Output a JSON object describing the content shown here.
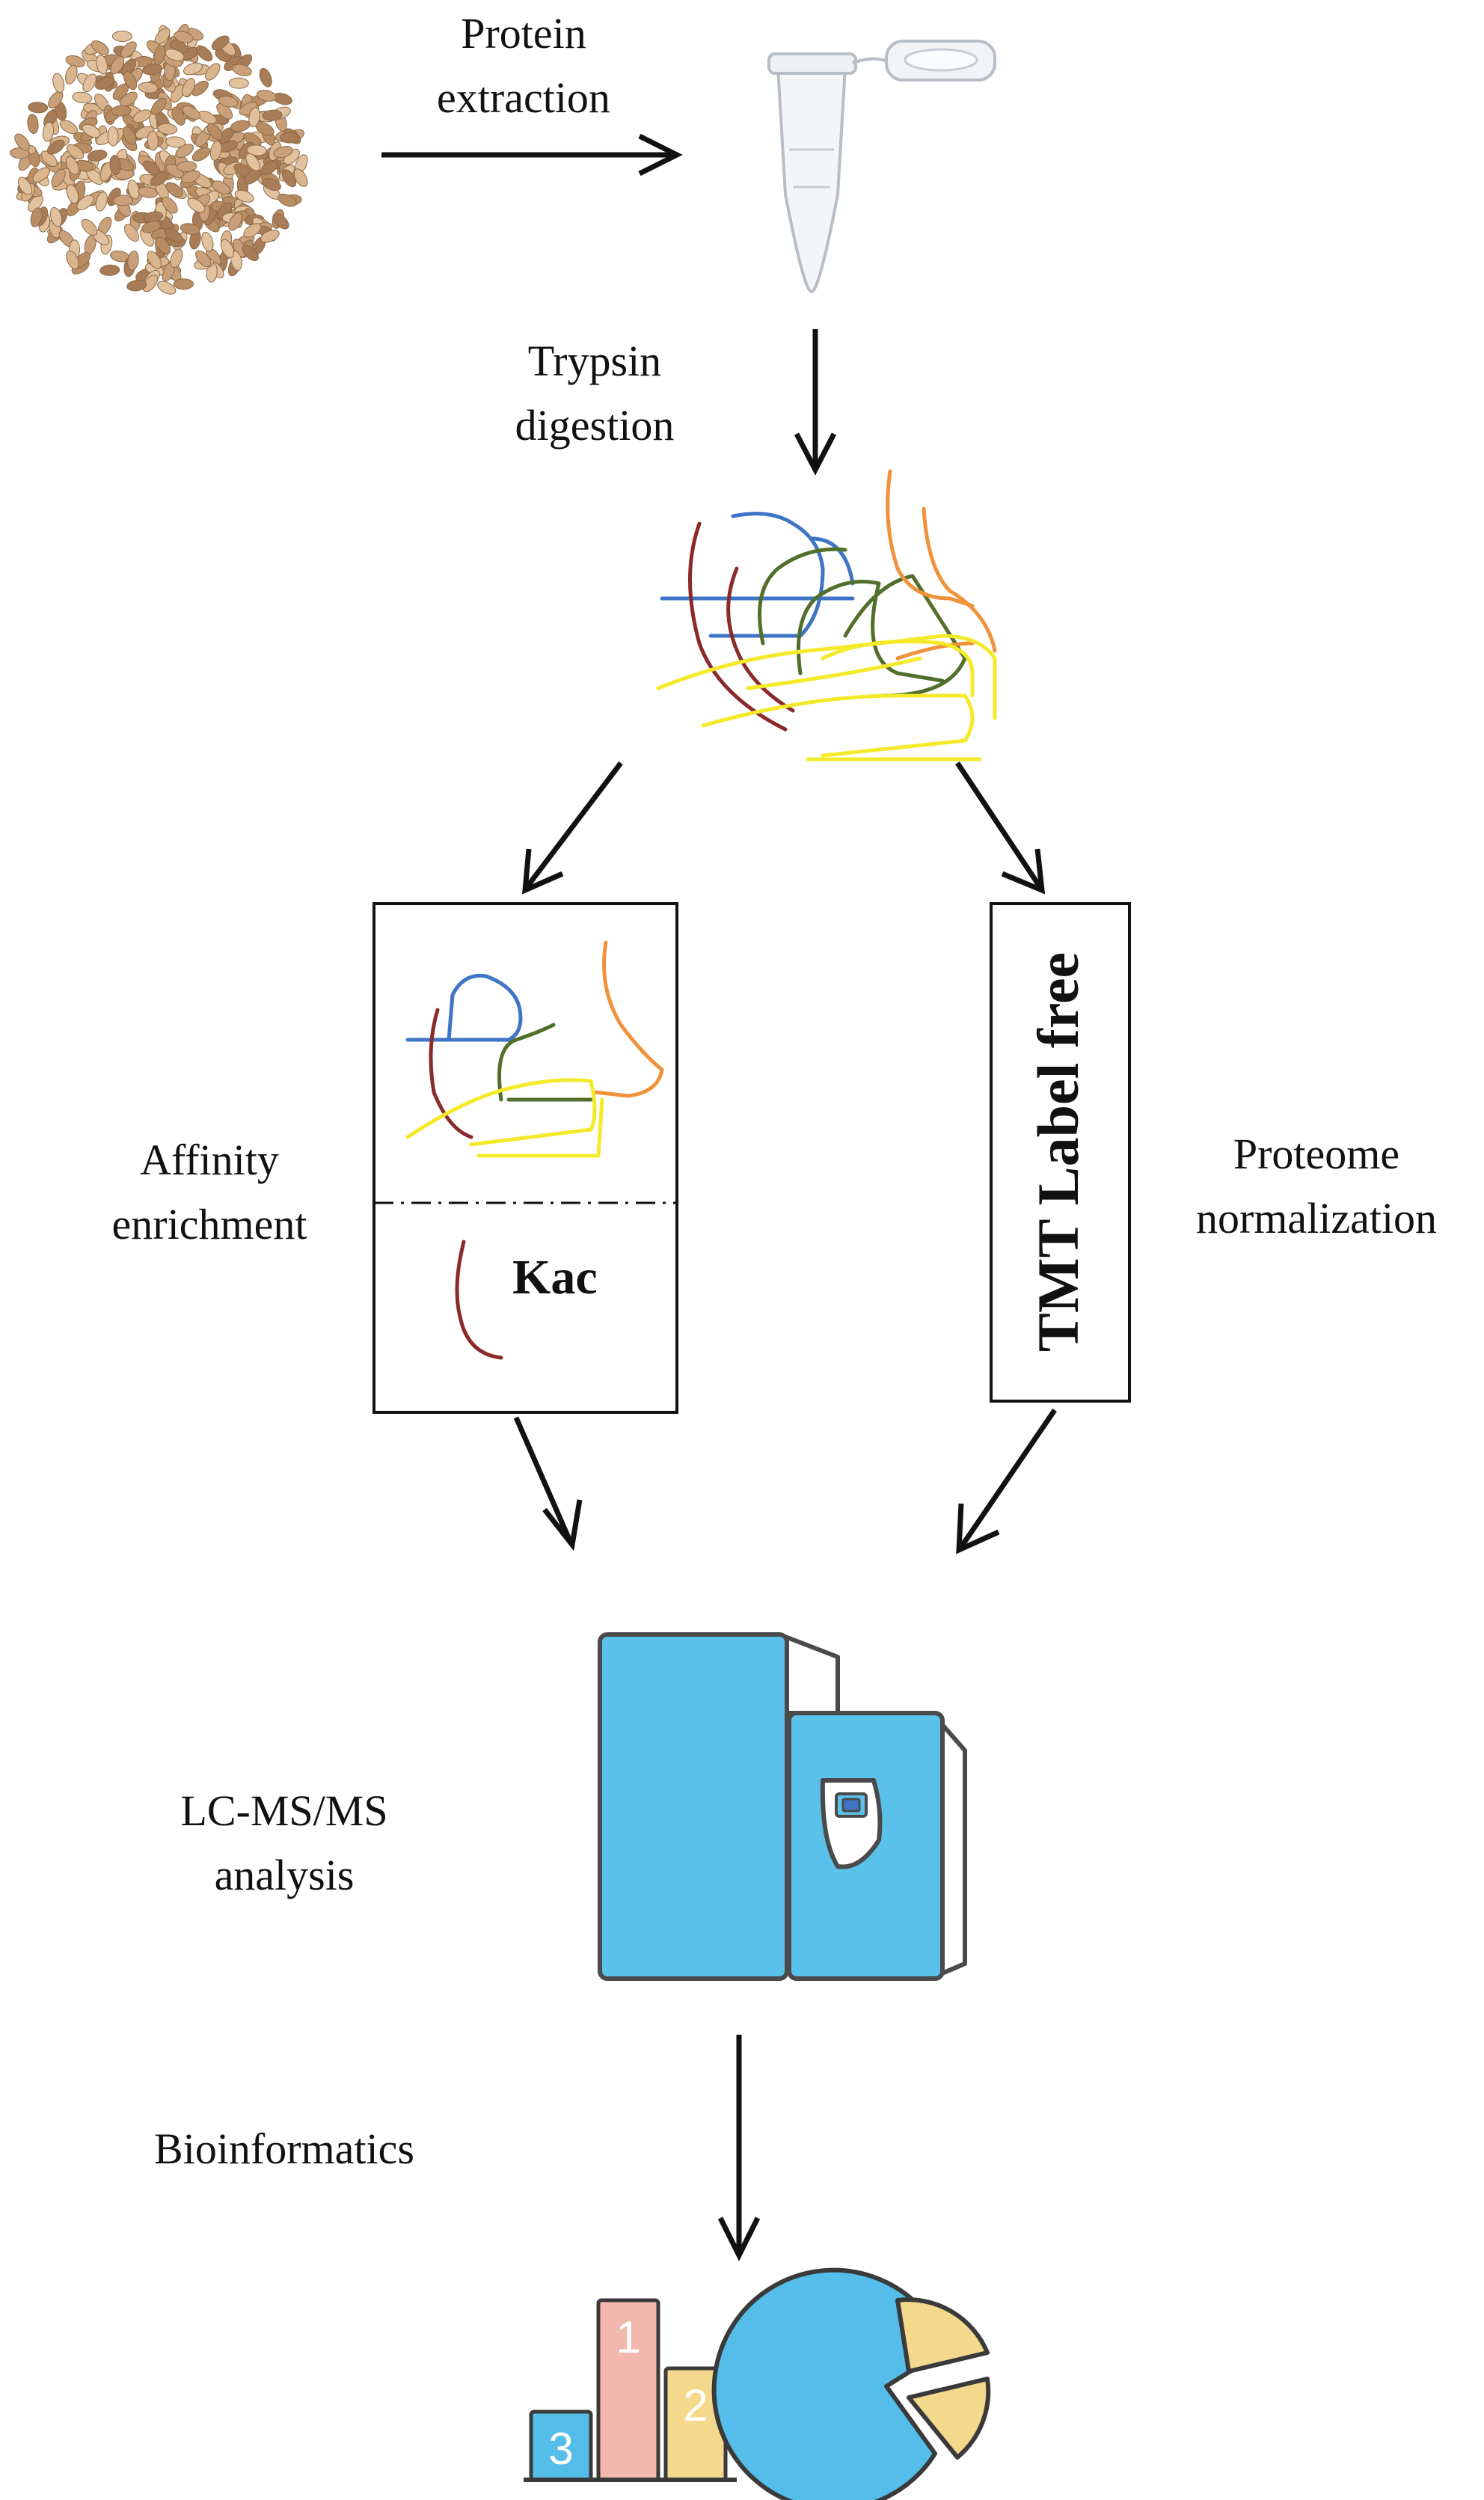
{
  "labels": {
    "protein_extraction": [
      "Protein",
      "extraction"
    ],
    "trypsin_digestion": [
      "Trypsin",
      "digestion"
    ],
    "affinity_enrichment": [
      "Affinity",
      "enrichment"
    ],
    "proteome_normalization": [
      "Proteome",
      "normalization"
    ],
    "lcms": [
      "LC-MS/MS",
      "analysis"
    ],
    "bioinformatics": "Bioinformatics"
  },
  "left_box": {
    "label": "Kac"
  },
  "right_box": {
    "label": "TMT Label free"
  },
  "bar_chart": {
    "values": [
      {
        "label": "3",
        "level": 0.38,
        "color": "#55bde9"
      },
      {
        "label": "1",
        "level": 1.0,
        "color": "#f2b8ae"
      },
      {
        "label": "2",
        "level": 0.62,
        "color": "#f4d98c"
      }
    ]
  },
  "pie_chart": {
    "slices": [
      {
        "color": "#55bde9"
      },
      {
        "color": "#f4d98c"
      },
      {
        "color": "#f4d98c"
      }
    ]
  },
  "colors": {
    "peptide_blue": "#3f74c7",
    "peptide_red": "#8b2a2a",
    "peptide_green": "#4f6f2a",
    "peptide_orange": "#f0923a",
    "peptide_yellow": "#f4ea2a",
    "instrument": "#5ac1ea",
    "instrument_outline": "#4a4a4a",
    "arrow": "#111111",
    "seed": "#cba27a"
  }
}
